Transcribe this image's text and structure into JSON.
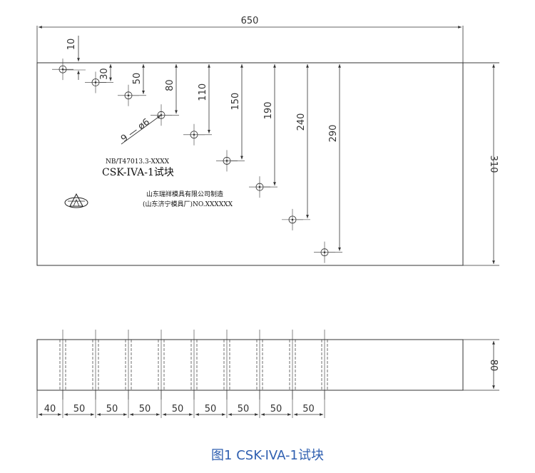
{
  "colors": {
    "line": "#333333",
    "caption": "#2f5fb0"
  },
  "dimensions": {
    "overall_length": "650",
    "top_offset": "10",
    "overall_height": "310",
    "thickness": "80",
    "hole_spec": "9 — ø6",
    "hole_depths": [
      "30",
      "50",
      "80",
      "110",
      "150",
      "190",
      "240",
      "290"
    ],
    "bottom_spacing": [
      "40",
      "50",
      "50",
      "50",
      "50",
      "50",
      "50",
      "50",
      "50"
    ]
  },
  "markings": {
    "standard": "NB/T47013.3-XXXX",
    "block_name": "CSK-IVA-1试块",
    "maker": "山东瑞祥模具有限公司制造",
    "maker_sub": "(山东济宁模具厂)NO.XXXXXX",
    "logo_icon": "maker-logo-icon"
  },
  "caption": "图1 CSK-IVA-1试块"
}
